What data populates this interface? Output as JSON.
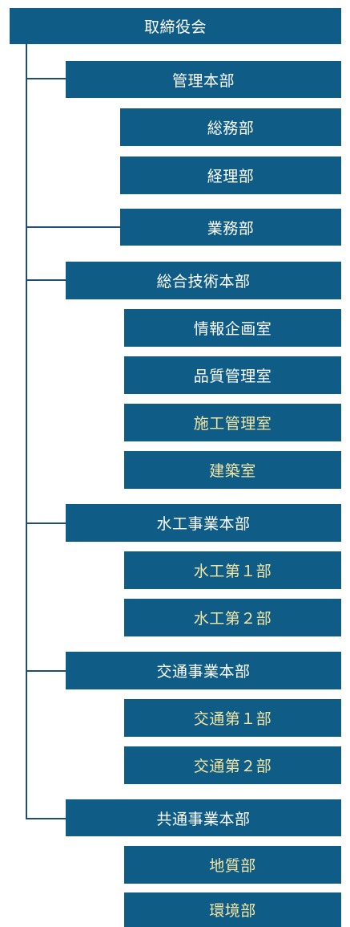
{
  "org": {
    "root": "取締役会",
    "admin": {
      "label": "管理本部",
      "children": [
        "総務部",
        "経理部"
      ]
    },
    "business": "業務部",
    "tech": {
      "label": "総合技術本部",
      "children": [
        "情報企画室",
        "品質管理室",
        "施工管理室",
        "建築室"
      ]
    },
    "water": {
      "label": "水工事業本部",
      "children": [
        "水工第１部",
        "水工第２部"
      ]
    },
    "traffic": {
      "label": "交通事業本部",
      "children": [
        "交通第１部",
        "交通第２部"
      ]
    },
    "common": {
      "label": "共通事業本部",
      "children": [
        "地質部",
        "環境部"
      ]
    }
  },
  "colors": {
    "box": "#0f5c86",
    "text": "#ffffff",
    "highlight_text": "#f3e6a3",
    "line": "#1f4e6e"
  }
}
